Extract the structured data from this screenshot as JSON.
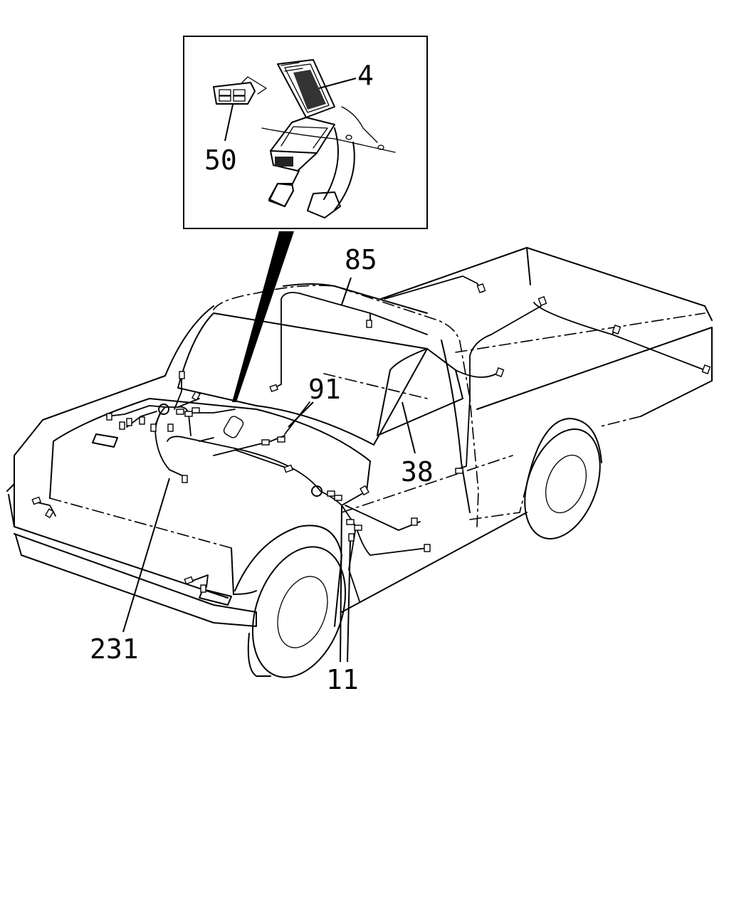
{
  "callouts": {
    "c4": "4",
    "c50": "50",
    "c85": "85",
    "c91": "91",
    "c38": "38",
    "c231": "231",
    "c11": "11"
  }
}
